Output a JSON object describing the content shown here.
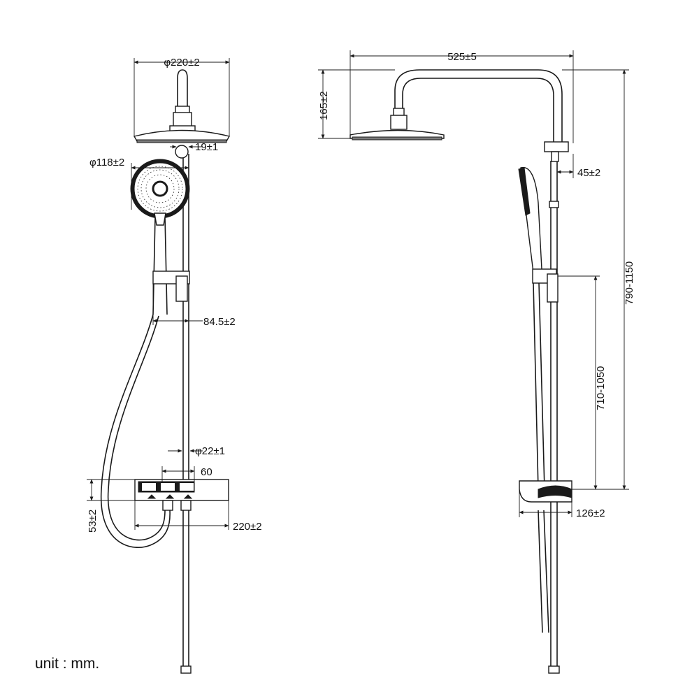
{
  "dimensions": {
    "head_diameter": "φ220±2",
    "arm_offset": "19±1",
    "hand_diameter": "φ118±2",
    "holder_offset": "84.5±2",
    "pipe_diameter": "φ22±1",
    "button_width": "60",
    "shelf_height": "53±2",
    "shelf_width": "220±2",
    "arm_length": "525±5",
    "head_height": "165±2",
    "clamp_depth": "45±2",
    "total_height": "790-1150",
    "adjust_height": "710-1050",
    "shelf_depth": "126±2"
  },
  "unit_note": "unit : mm."
}
